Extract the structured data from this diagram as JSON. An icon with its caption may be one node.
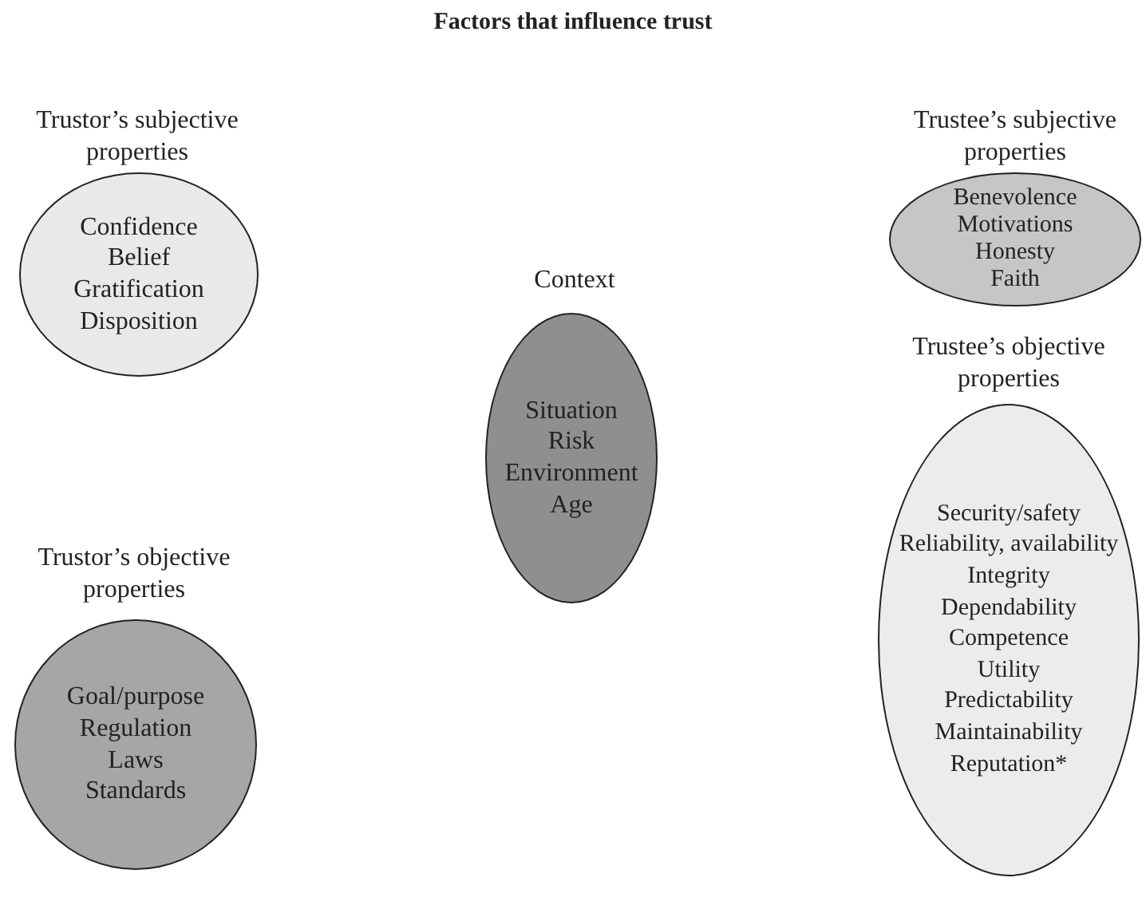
{
  "diagram": {
    "title": "Factors that influence trust",
    "nodes": [
      {
        "text": [
          "Trustor’s subjective properties",
          "Confidence",
          "Belief",
          "Gratification",
          "Disposition"
        ]
      },
      {
        "text": [
          "Trustee’s subjective properties",
          "Benevolence",
          "Motivations",
          "Honesty",
          "Faith"
        ]
      },
      {
        "text": [
          "Context",
          "Situation",
          "Risk",
          "Environment",
          "Age"
        ]
      },
      {
        "text": [
          "Trustee’s objective properties",
          "Security/safety",
          "Reliability, availability",
          "Integrity",
          "Dependability",
          "Competence",
          "Utility",
          "Predictability",
          "Maintainability",
          "Reputation*"
        ]
      },
      {
        "text": [
          "Trustor’s objective properties",
          "Goal/purpose",
          "Regulation",
          "Laws",
          "Standards"
        ]
      }
    ]
  }
}
